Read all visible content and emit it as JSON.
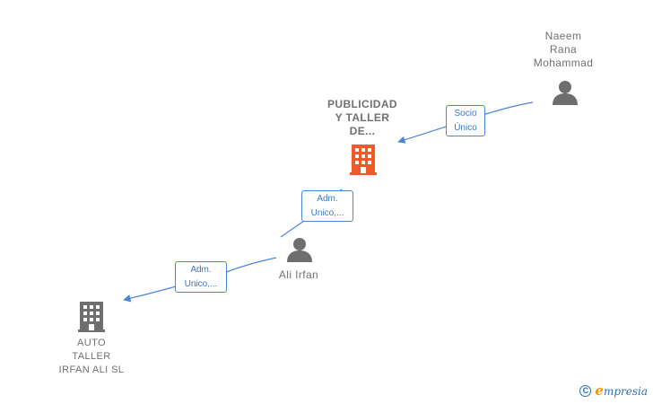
{
  "nodes": {
    "naeem": {
      "lines": [
        "Naeem",
        "Rana",
        "Mohammad"
      ],
      "type": "person",
      "icon": "person-icon",
      "color": "#6e6e6e"
    },
    "publicidad": {
      "lines": [
        "PUBLICIDAD",
        "Y TALLER",
        "DE..."
      ],
      "type": "company",
      "icon": "building-icon",
      "color": "#f05a28"
    },
    "ali": {
      "lines": [
        "Ali Irfan"
      ],
      "type": "person",
      "icon": "person-icon",
      "color": "#6e6e6e"
    },
    "auto_taller": {
      "lines": [
        "AUTO",
        "TALLER",
        "IRFAN ALI  SL"
      ],
      "type": "company",
      "icon": "building-icon",
      "color": "#6e6e6e"
    }
  },
  "edges": [
    {
      "from": "naeem",
      "to": "publicidad",
      "lines": [
        "Socio",
        "Único"
      ]
    },
    {
      "from": "ali",
      "to": "publicidad",
      "lines": [
        "Adm.",
        "Unico,..."
      ]
    },
    {
      "from": "ali",
      "to": "auto_taller",
      "lines": [
        "Adm.",
        "Unico,..."
      ]
    }
  ],
  "edge_color": "#4a86d8",
  "watermark": {
    "copyright_symbol": "C",
    "brand_initial": "e",
    "brand_rest": "mpresia",
    "accent": "#f29400",
    "brand_color": "#2a6fb8"
  }
}
